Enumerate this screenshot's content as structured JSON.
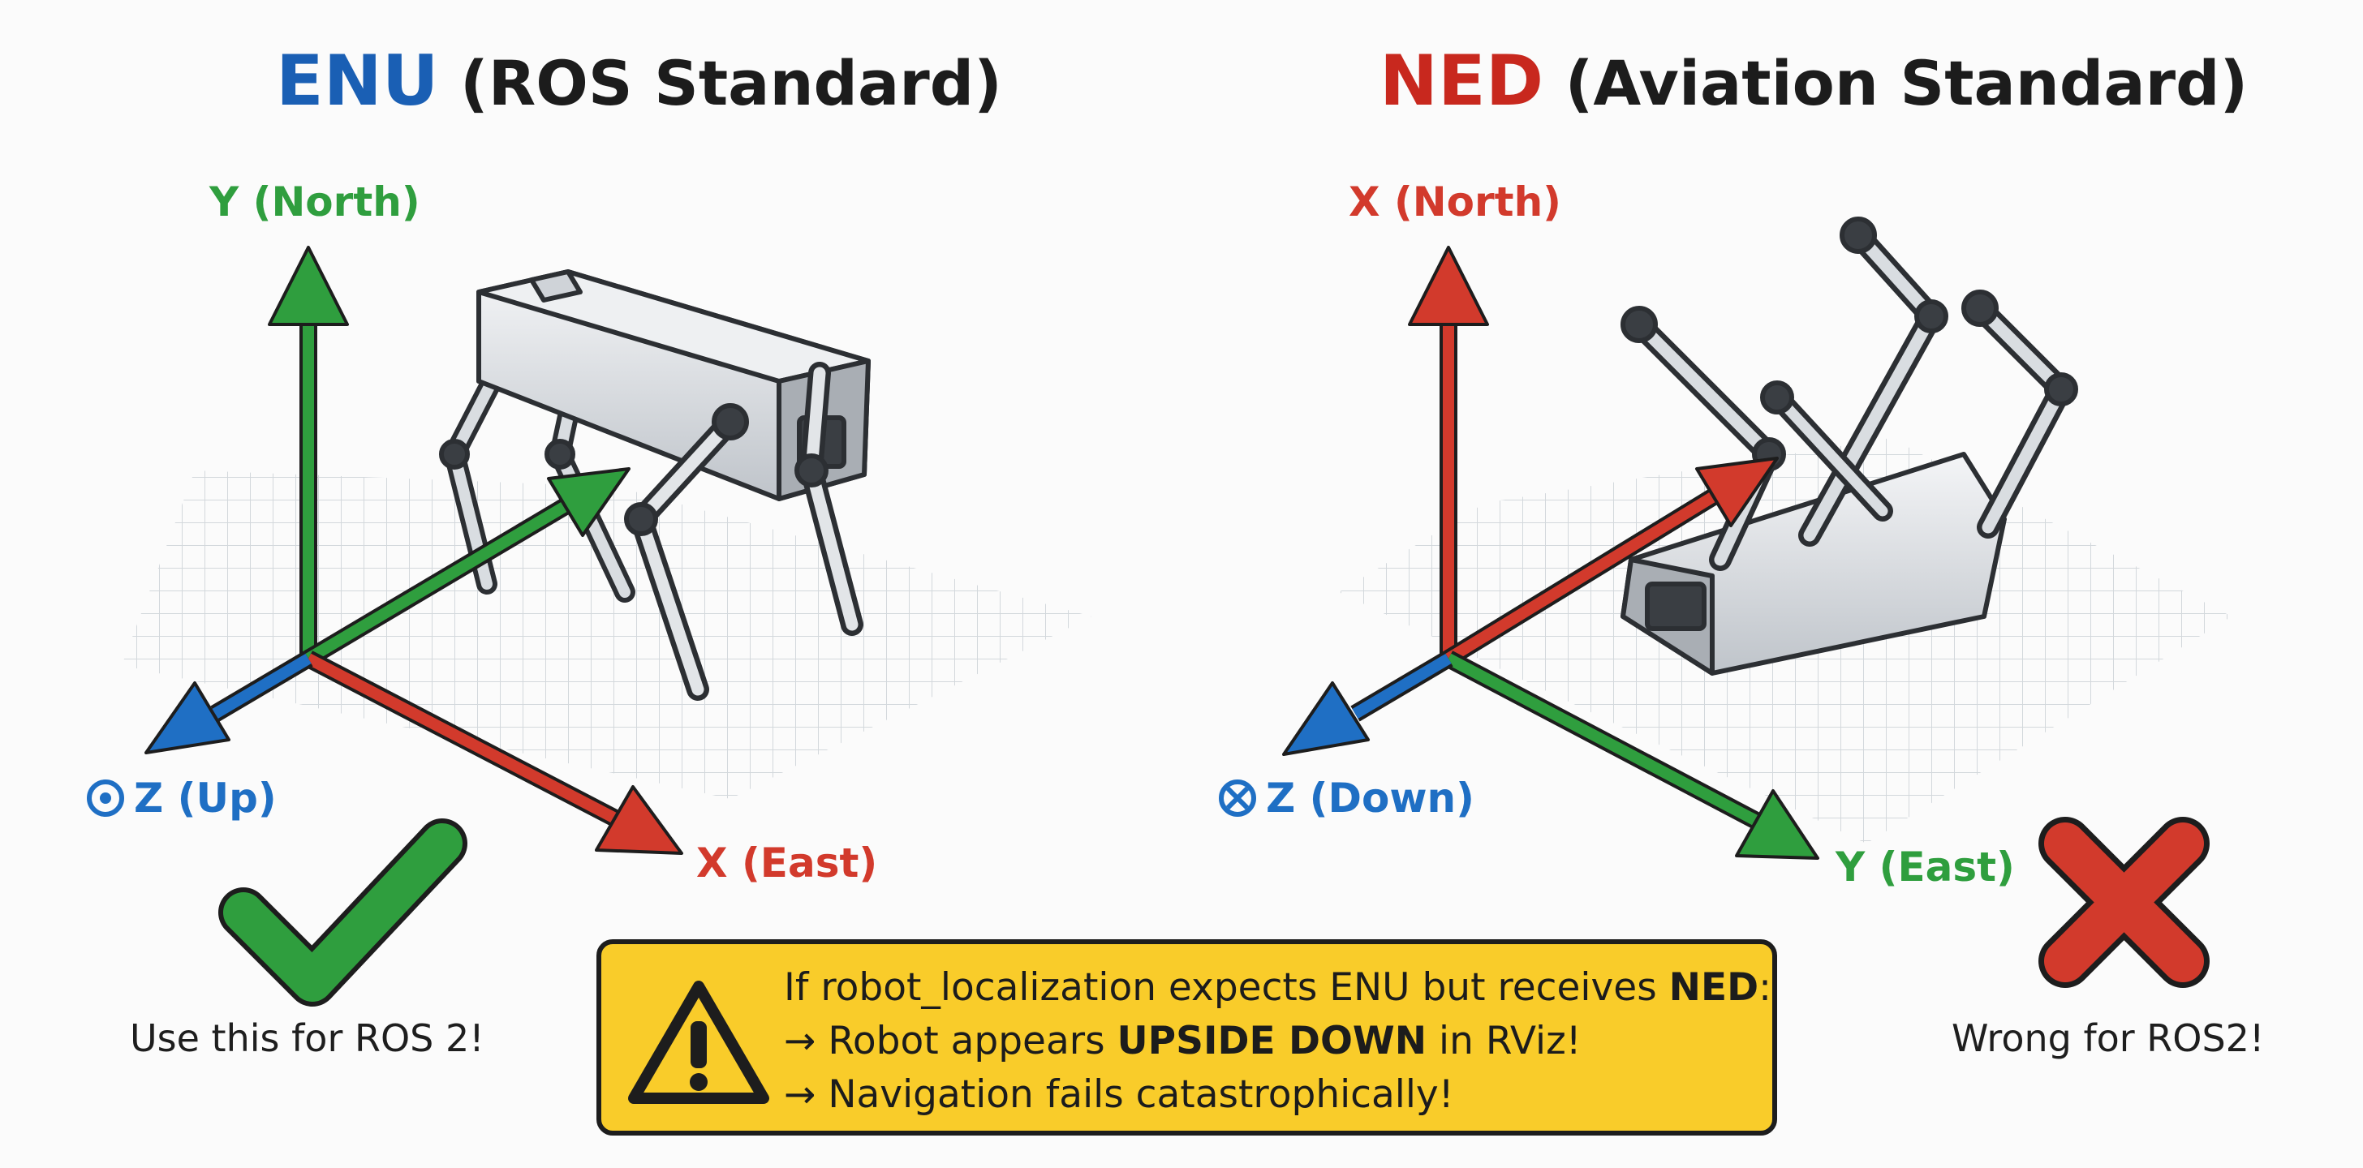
{
  "enu": {
    "acronym": "ENU",
    "title_rest": "(ROS Standard)",
    "acronym_color": "#1a5fb4",
    "y_label": "Y (North)",
    "x_label": "X (East)",
    "z_label": "Z (Up)",
    "caption": "Use this for ROS 2!",
    "status": "correct"
  },
  "ned": {
    "acronym": "NED",
    "title_rest": "(Aviation Standard)",
    "acronym_color": "#c8281e",
    "x_label": "X (North)",
    "y_label": "Y (East)",
    "z_label": "Z (Down)",
    "caption": "Wrong for ROS2!",
    "status": "wrong"
  },
  "colors": {
    "red": "#d23a2c",
    "green": "#2f9e3e",
    "blue": "#1f6fc4",
    "warning_bg": "#f9cc2a"
  },
  "warning": {
    "icon": "warning-triangle-icon",
    "line1_prefix": "If robot_localization expects ENU but receives ",
    "line1_bold": "NED",
    "line1_suffix": ":",
    "line2_prefix": "→ Robot appears ",
    "line2_bold": "UPSIDE DOWN",
    "line2_suffix": " in RViz!",
    "line3": "→ Navigation fails catastrophically!"
  }
}
